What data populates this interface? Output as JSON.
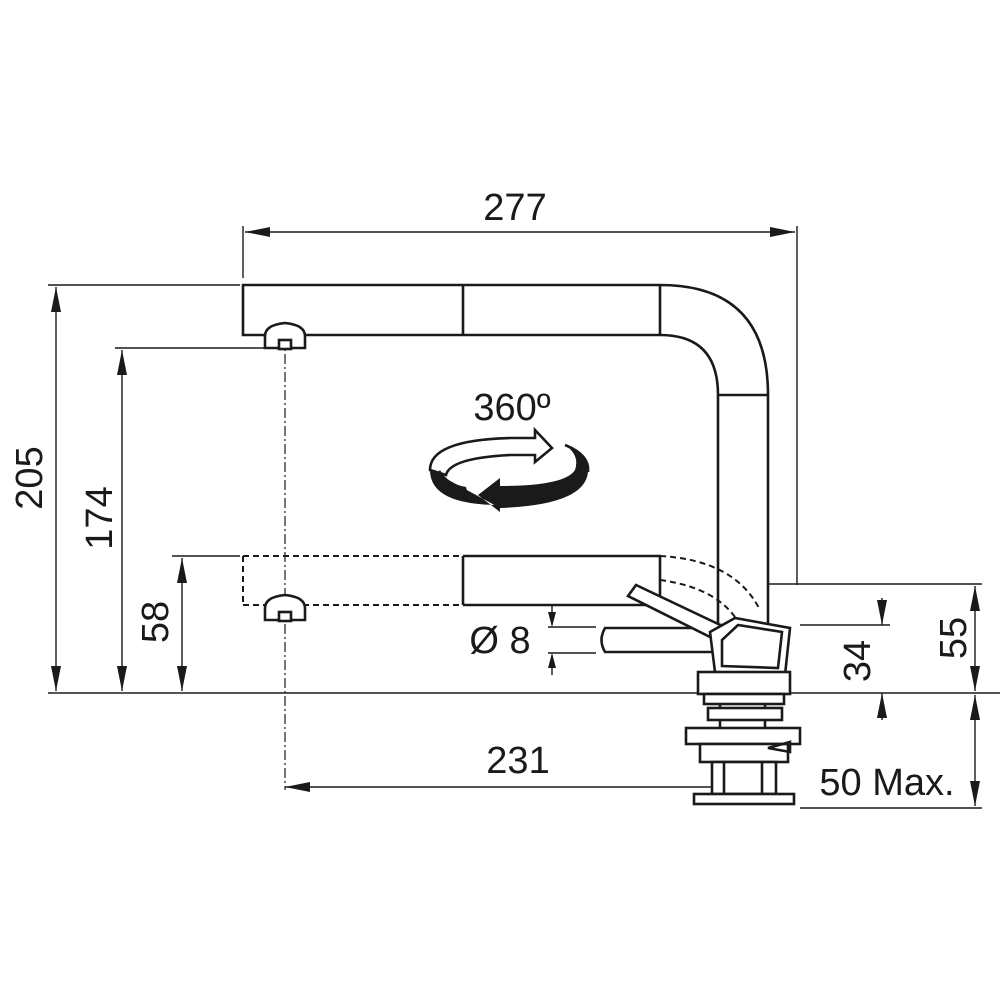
{
  "dimensions": {
    "overall_length": "277",
    "spout_reach": "231",
    "overall_height": "205",
    "outlet_height": "174",
    "lowered_height": "58",
    "hose_diameter": "Ø 8",
    "lever_height": "34",
    "body_height": "55",
    "mount_thickness": "50 Max."
  },
  "rotation_label": "360º"
}
